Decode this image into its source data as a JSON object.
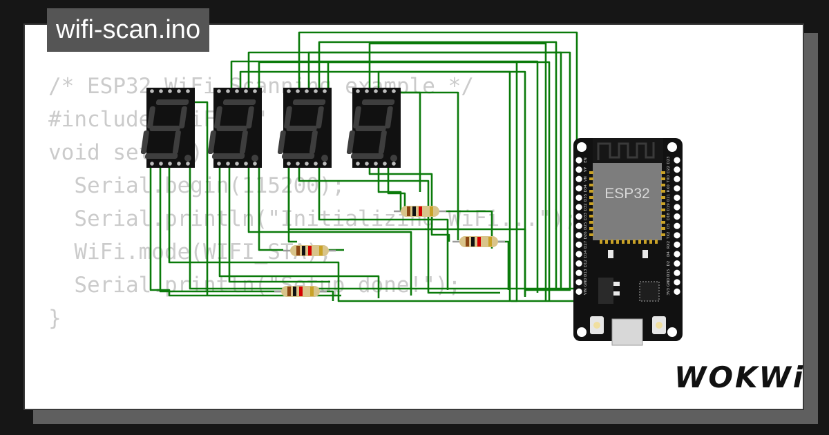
{
  "file_name": "wifi-scan.ino",
  "code_lines": [
    "/* ESP32 WiFi Scanning example */",
    "",
    "#include \"WiFi.h\"",
    "",
    "void setup() {",
    "  Serial.begin(115200);",
    "  Serial.println(\"Initializing WiFi...\");",
    "  WiFi.mode(WIFI_STA);",
    "  Serial.println(\"Setup done!\");",
    "}"
  ],
  "board_label": "ESP32",
  "pin_labels_left": [
    "EN",
    "VP",
    "VN",
    "D34",
    "D35",
    "D32",
    "D33",
    "D25",
    "D26",
    "D27",
    "D14",
    "D12",
    "D13",
    "GND",
    "VIN"
  ],
  "pin_labels_right": [
    "D23",
    "D22",
    "TX0",
    "RX0",
    "D21",
    "D19",
    "D18",
    "D5",
    "TX2",
    "RX2",
    "D4",
    "D2",
    "D15",
    "GND",
    "3V3"
  ],
  "brand": "WOKWi",
  "colors": {
    "wire": "#0a7a0a",
    "display": "#111111",
    "segment": "#3e3e3e",
    "board": "#111111",
    "chip": "#7d7d7d",
    "card": "#ffffff",
    "code": "#cbcbcb"
  },
  "icons": [
    "seven-segment-display",
    "resistor",
    "esp32-board",
    "wokwi-logo"
  ]
}
